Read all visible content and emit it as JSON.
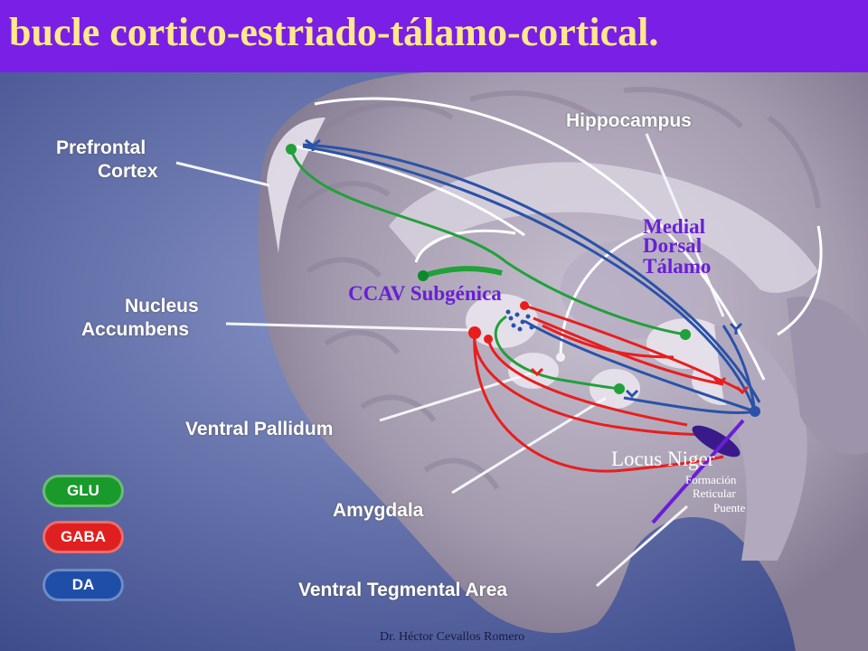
{
  "title": "bucle cortico-estriado-tálamo-cortical.",
  "labels": {
    "prefrontal_1": "Prefrontal",
    "prefrontal_2": "Cortex",
    "hippocampus": "Hippocampus",
    "nucleus_1": "Nucleus",
    "nucleus_2": "Accumbens",
    "ventral_pallidum": "Ventral Pallidum",
    "amygdala": "Amygdala",
    "vta": "Ventral Tegmental Area"
  },
  "overlay": {
    "medial": "Medial",
    "dorsal": "Dorsal",
    "talamo": "Tálamo",
    "ccav": "CCAV Subgénica",
    "locus": "Locus Niger",
    "formacion": "Formación",
    "reticular": "Reticular",
    "puente": "Puente"
  },
  "legend": [
    {
      "label": "GLU",
      "color": "#1a9a2a"
    },
    {
      "label": "GABA",
      "color": "#e02020"
    },
    {
      "label": "DA",
      "color": "#1f4ea8"
    }
  ],
  "colors": {
    "glu": "#22a03a",
    "gaba": "#e81e1e",
    "da": "#2a52a8",
    "title_bg": "#7a1fe6",
    "title_text": "#ffe98a",
    "overlay_text": "#6a1fd6"
  },
  "credit": "Dr. Héctor Cevallos Romero"
}
